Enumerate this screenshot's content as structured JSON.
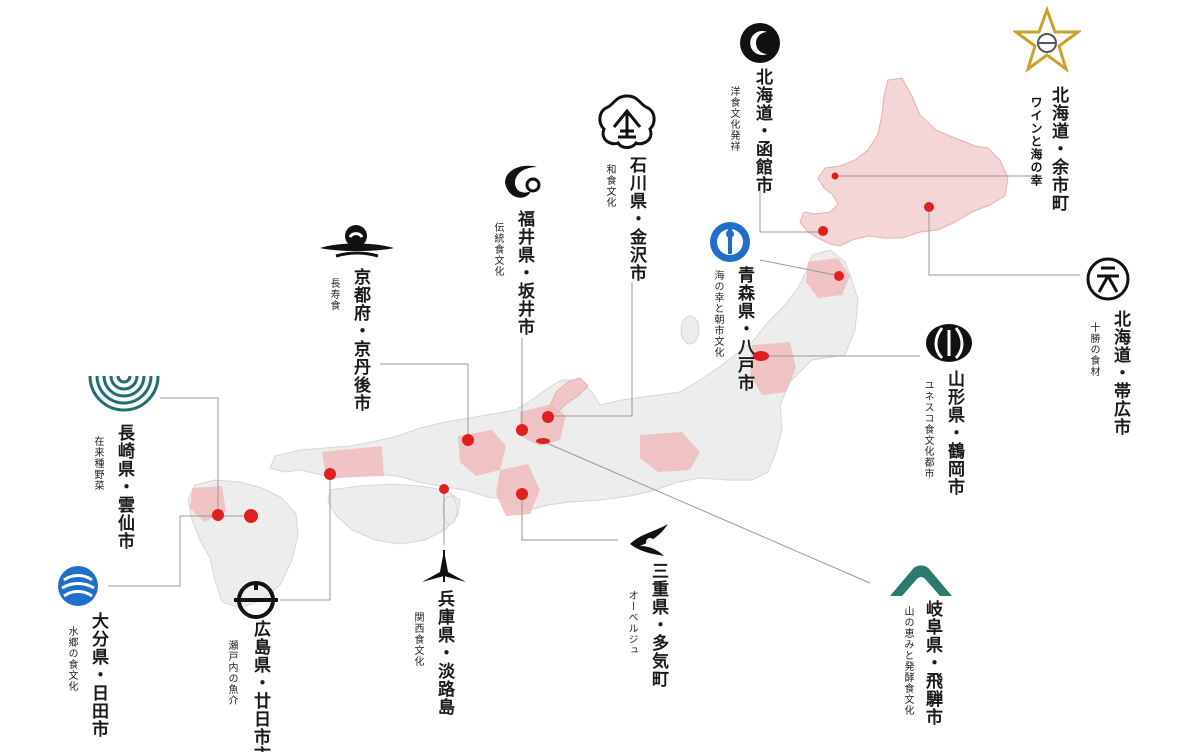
{
  "colors": {
    "highlight": "#f2c6c6",
    "marker": "#e02020",
    "land": "#ebebeb",
    "leader_line": "#999999",
    "kaneko_gold": "#c9a227",
    "kyoto_blue": "#1f6f72",
    "blue_emblem": "#1d6fc9",
    "gifu_teal": "#2b7a6e"
  },
  "locations": [
    {
      "id": "yoichi",
      "name": "北海道・余市町",
      "desc": "ワインと海の幸",
      "emblem_icon": "star-emblem-icon"
    },
    {
      "id": "hakodate",
      "name": "北海道・函館市",
      "desc": "洋食文化発祥",
      "emblem_icon": "hakodate-emblem-icon"
    },
    {
      "id": "kanazawa",
      "name": "石川県・金沢市",
      "desc": "和食文化",
      "emblem_icon": "kanazawa-emblem-icon"
    },
    {
      "id": "sakai",
      "name": "福井県・坂井市",
      "desc": "伝統食文化",
      "emblem_icon": "sakai-emblem-icon"
    },
    {
      "id": "hachinohe",
      "name": "青森県・八戸市",
      "desc": "海の幸と朝市文化",
      "emblem_icon": "hachinohe-emblem-icon"
    },
    {
      "id": "obihiro",
      "name": "北海道・帯広市",
      "desc": "十勝の食材",
      "emblem_icon": "obihiro-emblem-icon"
    },
    {
      "id": "kyotango",
      "name": "京都府・京丹後市",
      "desc": "長寿食",
      "emblem_icon": "kyotango-emblem-icon"
    },
    {
      "id": "tsuruoka",
      "name": "山形県・鶴岡市",
      "desc": "ユネスコ食文化都市",
      "emblem_icon": "tsuruoka-emblem-icon"
    },
    {
      "id": "unzen",
      "name": "長崎県・雲仙市",
      "desc": "在来種野菜",
      "emblem_icon": "unzen-emblem-icon"
    },
    {
      "id": "taki",
      "name": "三重県・多気町",
      "desc": "オーベルジュ",
      "emblem_icon": "taki-emblem-icon"
    },
    {
      "id": "hida",
      "name": "岐阜県・飛騨市",
      "desc": "山の恵みと発酵食文化",
      "emblem_icon": "hida-emblem-icon"
    },
    {
      "id": "awaji",
      "name": "兵庫県・淡路島",
      "desc": "関西食文化",
      "emblem_icon": "awaji-emblem-icon"
    },
    {
      "id": "hita",
      "name": "大分県・日田市",
      "desc": "水郷の食文化",
      "emblem_icon": "hita-emblem-icon"
    },
    {
      "id": "hatsukaichi",
      "name": "広島県・廿日市市",
      "desc": "瀬戸内の魚介",
      "emblem_icon": "hatsukaichi-emblem-icon"
    }
  ]
}
